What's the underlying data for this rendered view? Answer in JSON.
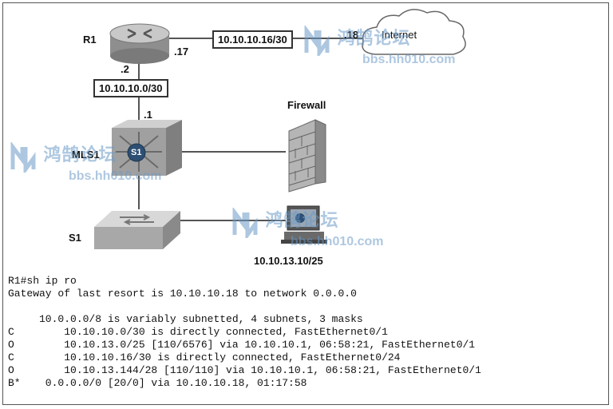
{
  "devices": {
    "router": {
      "name": "R1"
    },
    "switch_l3": {
      "name": "MLS1",
      "badge": "S1"
    },
    "switch_l2": {
      "name": "S1"
    },
    "firewall": {
      "name": "Firewall"
    },
    "internet": {
      "name": "Internet"
    },
    "pc": {
      "address": "10.10.13.10/25"
    }
  },
  "links": {
    "r1_internet": {
      "subnet": "10.10.10.16/30",
      "r1_end": ".17",
      "far_end": ".18"
    },
    "r1_mls1": {
      "subnet": "10.10.10.0/30",
      "r1_end": ".2",
      "mls1_end": ".1"
    }
  },
  "watermarks": [
    {
      "cn": "鸿鹄论坛",
      "url": "bbs.hh010.com"
    },
    {
      "cn": "鸿鹄论坛",
      "url": "bbs.hh010.com"
    },
    {
      "cn": "鸿鹄论坛",
      "url": "bbs.hh010.com"
    }
  ],
  "console": {
    "lines": [
      "R1#sh ip ro",
      "Gateway of last resort is 10.10.10.18 to network 0.0.0.0",
      "",
      "     10.0.0.0/8 is variably subnetted, 4 subnets, 3 masks",
      "C        10.10.10.0/30 is directly connected, FastEthernet0/1",
      "O        10.10.13.0/25 [110/6576] via 10.10.10.1, 06:58:21, FastEthernet0/1",
      "C        10.10.10.16/30 is directly connected, FastEthernet0/24",
      "O        10.10.13.144/28 [110/110] via 10.10.10.1, 06:58:21, FastEthernet0/1",
      "B*    0.0.0.0/0 [20/0] via 10.10.10.18, 01:17:58"
    ]
  },
  "colors": {
    "watermark": "#6b9bc8",
    "device_gray": "#9a9a9a",
    "firewall_brick": "#8a8a8a"
  }
}
